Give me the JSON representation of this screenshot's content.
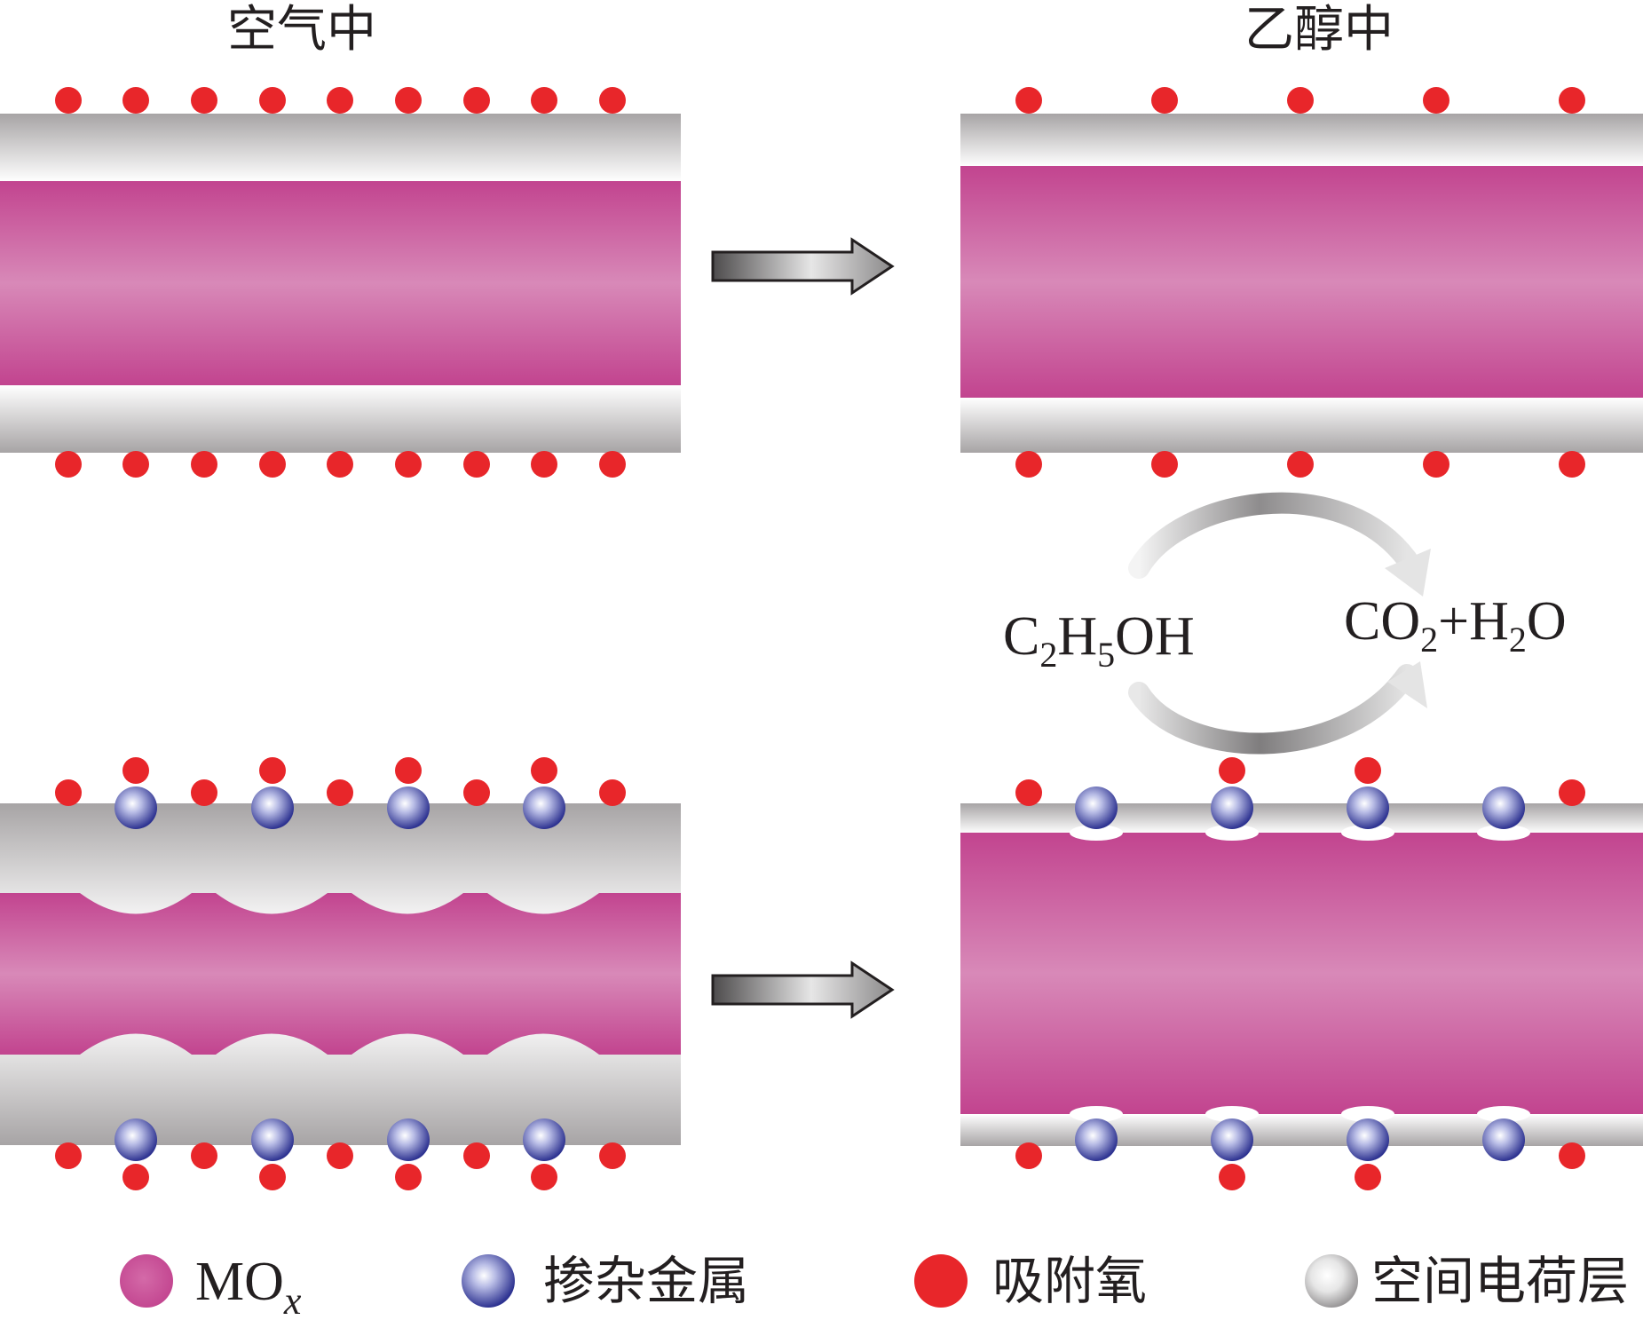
{
  "titles": {
    "left": "空气中",
    "right": "乙醇中"
  },
  "reaction": {
    "reactant": {
      "p1": "C",
      "s1": "2",
      "p2": "H",
      "s2": "5",
      "p3": "OH"
    },
    "product": {
      "p1": "CO",
      "s1": "2",
      "p2": "+H",
      "s2": "2",
      "p3": "O"
    }
  },
  "legend": {
    "mox": {
      "main": "MO",
      "sub": "x"
    },
    "dopant": "掺杂金属",
    "adsorbed_oxygen": "吸附氧",
    "space_charge": "空间电荷层"
  },
  "colors": {
    "core": "#c2448f",
    "core_light": "#d889b8",
    "shell_dark": "#a7a4a5",
    "shell_light": "#ffffff",
    "oxygen": "#e8262a",
    "dopant": "#3a3f95",
    "arrow": "#8c8a8b"
  },
  "icons": {
    "process_arrow": "block-arrow-right-icon",
    "cycle_arrow": "curved-arrow-icon"
  }
}
